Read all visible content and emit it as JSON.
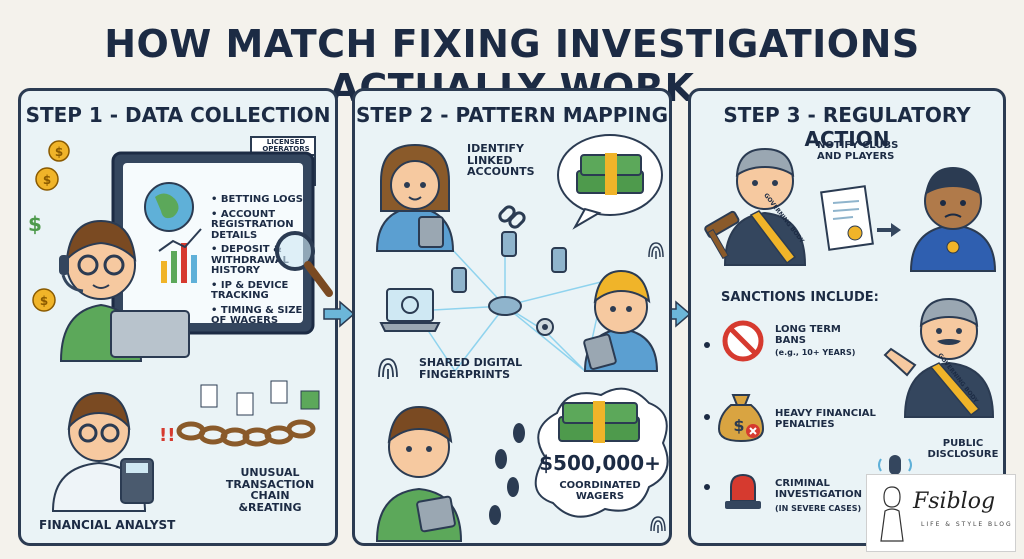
{
  "title": "HOW MATCH FIXING INVESTIGATIONS ACTUALLY WORK",
  "step1": {
    "title": "STEP 1 - DATA COLLECTION",
    "sign": "LICENSED OPERATORS",
    "list": [
      "BETTING LOGS",
      "ACCOUNT REGISTRATION DETAILS",
      "DEPOSIT & WITHDRAWAL HISTORY",
      "IP & DEVICE TRACKING",
      "TIMING & SIZE OF WAGERS"
    ],
    "chain_label": "UNUSUAL TRANSACTION CHAIN &REATING",
    "analyst_label": "FINANCIAL ANALYST"
  },
  "step2": {
    "title": "STEP 2 - PATTERN MAPPING",
    "identify_label": "IDENTIFY LINKED ACCOUNTS",
    "fingerprints_label": "SHARED DIGITAL FINGERPRINTS",
    "amount": "$500,000+",
    "amount_sub": "COORDINATED WAGERS"
  },
  "step3": {
    "title": "STEP 3 - REGULATORY ACTION",
    "notify_label": "NOTIFY CLUBS AND PLAYERS",
    "sash_text": "GOVERNING BODY",
    "sanctions_title": "SANCTIONS INCLUDE:",
    "sanctions": [
      {
        "title": "LONG TERM BANS",
        "sub": "(e.g., 10+ YEARS)"
      },
      {
        "title": "HEAVY FINANCIAL PENALTIES",
        "sub": ""
      },
      {
        "title": "CRIMINAL INVESTIGATION",
        "sub": "(IN SEVERE CASES)"
      }
    ],
    "public_label": "PUBLIC DISCLOSURE"
  },
  "logo": {
    "name": "Fsiblog",
    "tagline": "LIFE & STYLE BLOG"
  },
  "colors": {
    "panel_bg": "#eaf3f6",
    "border": "#2b3b52",
    "arrow": "#6cb6d9",
    "money": "#4e9a4c",
    "coin": "#f0b429",
    "ban_red": "#d63a2f"
  }
}
